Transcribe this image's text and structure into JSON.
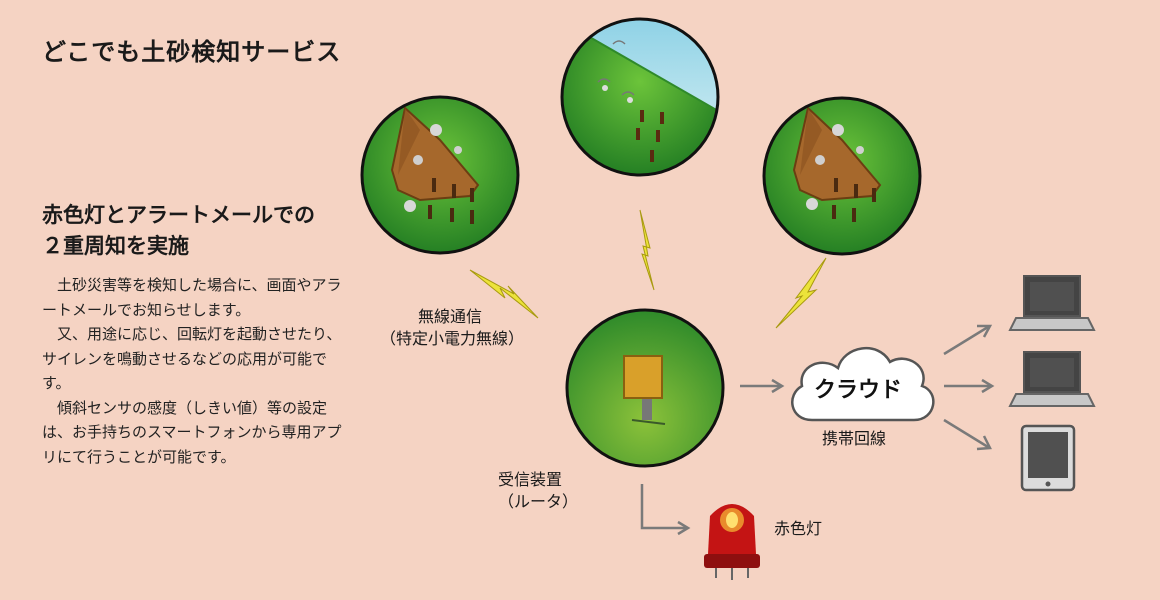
{
  "title": "どこでも土砂検知サービス",
  "headline": [
    "赤色灯とアラートメールでの",
    "２重周知を実施"
  ],
  "body_paragraphs": [
    "土砂災害等を検知した場合に、画面やアラートメールでお知らせします。",
    "又、用途に応じ、回転灯を起動させたり、サイレンを鳴動させるなどの応用が可能です。",
    "傾斜センサの感度（しきい値）等の設定は、お手持ちのスマートフォンから専用アプリにて行うことが可能です。"
  ],
  "labels": {
    "wireless_line1": "無線通信",
    "wireless_line2": "（特定小電力無線）",
    "receiver_line1": "受信装置",
    "receiver_line2": "（ルータ）",
    "cloud": "クラウド",
    "mobile_line": "携帯回線",
    "red_light": "赤色灯"
  },
  "colors": {
    "background": "#f5d3c3",
    "grass": "#3a9a2a",
    "soil": "#a6682c",
    "lightning": "#ece33a",
    "arrow": "#7a7a7a",
    "device": "#555555",
    "red_light": "#c41414"
  },
  "icons": [
    "landslide-scene",
    "slope-sensor-scene",
    "lightning-icon",
    "router-scene",
    "cloud-icon",
    "laptop-icon",
    "tablet-icon",
    "red-rotating-light-icon"
  ]
}
